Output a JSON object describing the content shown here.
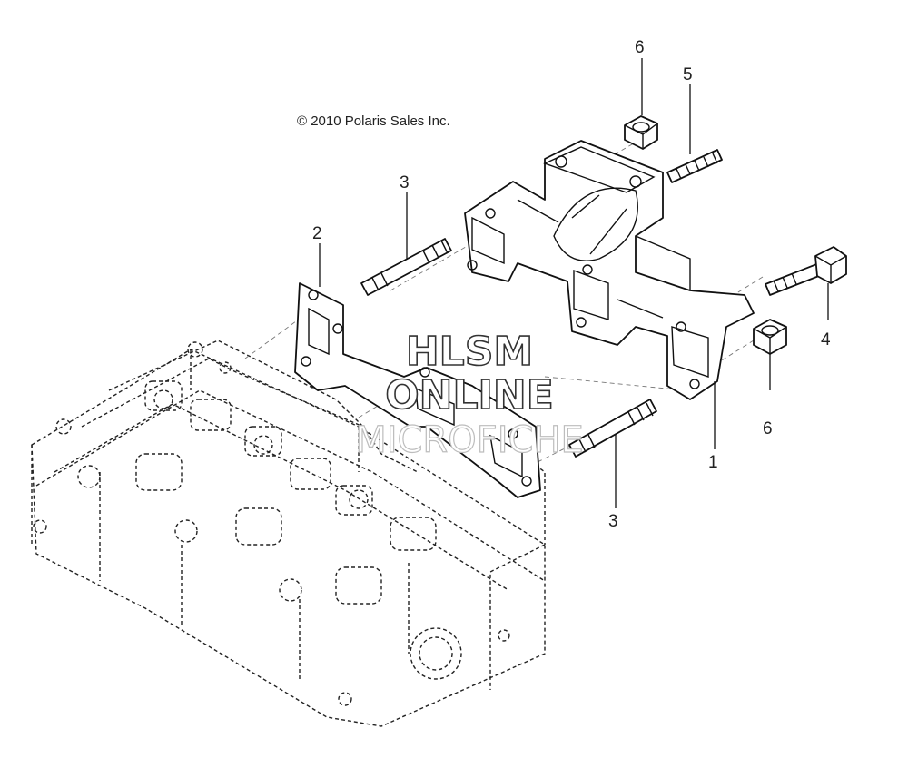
{
  "copyright": "© 2010 Polaris Sales Inc.",
  "watermark": {
    "line1": "HLSM",
    "line2": "ONLINE",
    "line3": "MICROFICHE"
  },
  "callouts": [
    {
      "id": "c1",
      "text": "1"
    },
    {
      "id": "c2",
      "text": "2"
    },
    {
      "id": "c3a",
      "text": "3"
    },
    {
      "id": "c3b",
      "text": "3"
    },
    {
      "id": "c4",
      "text": "4"
    },
    {
      "id": "c5",
      "text": "5"
    },
    {
      "id": "c6a",
      "text": "6"
    },
    {
      "id": "c6b",
      "text": "6"
    }
  ]
}
